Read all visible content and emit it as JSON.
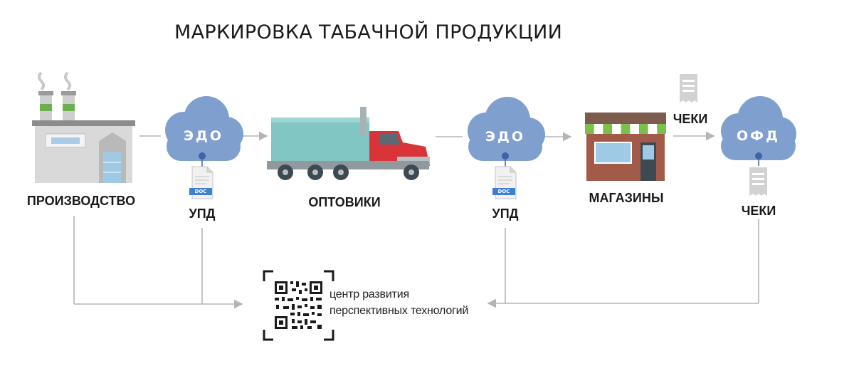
{
  "title": "МАРКИРОВКА ТАБАЧНОЙ ПРОДУКЦИИ",
  "nodes": {
    "production": "ПРОИЗВОДСТВО",
    "upd_1": "УПД",
    "wholesalers": "ОПТОВИКИ",
    "upd_2": "УПД",
    "shops": "МАГАЗИНЫ",
    "checks_top": "ЧЕКИ",
    "checks_bottom": "ЧЕКИ"
  },
  "clouds": {
    "edo_1": "ЭДО",
    "edo_2": "ЭДО",
    "ofd": "ОФД"
  },
  "documents": {
    "doc_1": "DOC",
    "doc_2": "DOC"
  },
  "logo": {
    "line_1": "центр развития",
    "line_2": "перспективных технологий"
  },
  "colors": {
    "cloud": "#7f9fcf",
    "cloud_dot": "#3d63a8",
    "connector": "#b5b5b5",
    "truck_cab": "#d8343a",
    "truck_body": "#82c6c4",
    "shop_awning_green": "#7cc04a",
    "factory_chimney_stripe": "#6ab04c"
  },
  "icons": [
    "factory-icon",
    "cloud-icon",
    "document-icon",
    "truck-icon",
    "shop-icon",
    "receipt-icon",
    "qr-code-icon"
  ]
}
